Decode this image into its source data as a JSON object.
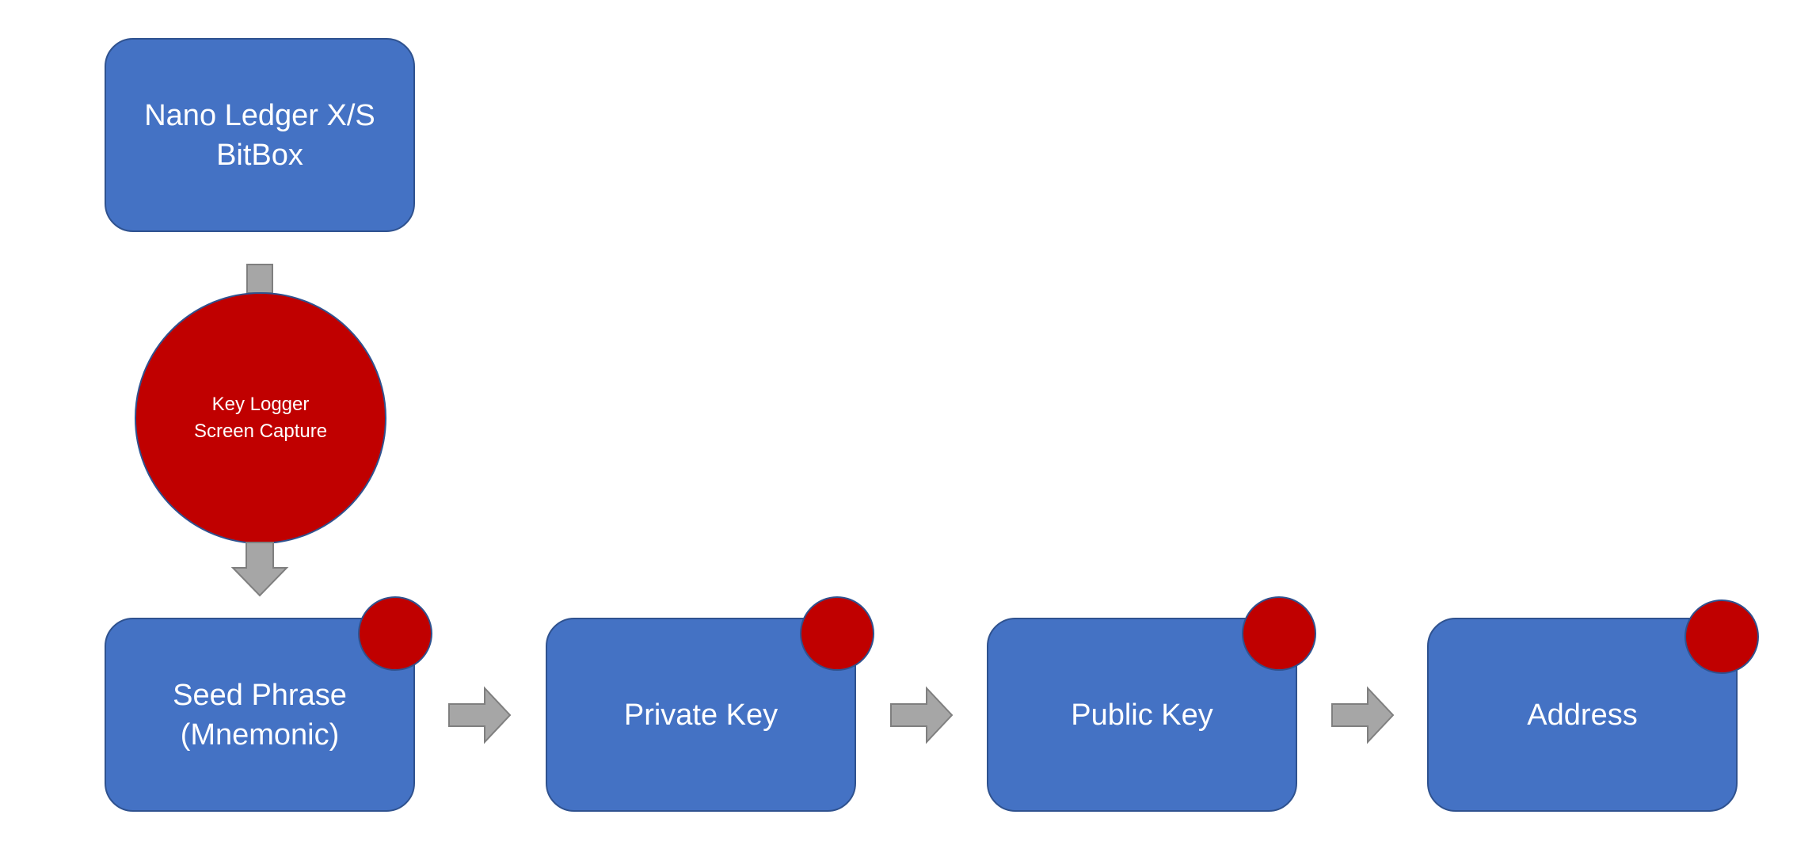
{
  "colors": {
    "box_fill": "#4472C4",
    "box_border": "#2F528F",
    "threat_fill": "#C00000",
    "arrow_fill": "#A6A6A6"
  },
  "device_box": {
    "line1": "Nano Ledger X/S",
    "line2": "BitBox"
  },
  "threat": {
    "line1": "Key Logger",
    "line2": "Screen Capture"
  },
  "chain": [
    {
      "line1": "Seed Phrase",
      "line2": "(Mnemonic)"
    },
    {
      "line1": "Private Key"
    },
    {
      "line1": "Public Key"
    },
    {
      "line1": "Address"
    }
  ]
}
